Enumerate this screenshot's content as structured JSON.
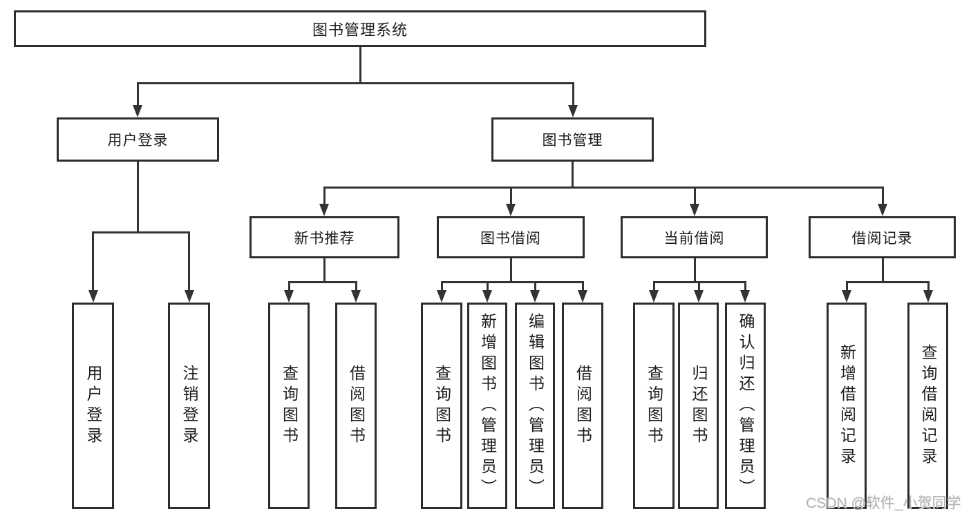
{
  "colors": {
    "border": "#2d2d2d",
    "line": "#333333",
    "watermark": "#b3b3b3"
  },
  "watermark": {
    "text": "CSDN @软件_小贺同学"
  },
  "diagram": {
    "type": "tree",
    "root": {
      "label": "图书管理系统",
      "children": [
        {
          "label": "用户登录",
          "children": [
            {
              "label": "用户登录"
            },
            {
              "label": "注销登录"
            }
          ]
        },
        {
          "label": "图书管理",
          "children": [
            {
              "label": "新书推荐",
              "children": [
                {
                  "label": "查询图书"
                },
                {
                  "label": "借阅图书"
                }
              ]
            },
            {
              "label": "图书借阅",
              "children": [
                {
                  "label": "查询图书"
                },
                {
                  "label": "新增图书（管理员）"
                },
                {
                  "label": "编辑图书（管理员）"
                },
                {
                  "label": "借阅图书"
                }
              ]
            },
            {
              "label": "当前借阅",
              "children": [
                {
                  "label": "查询图书"
                },
                {
                  "label": "归还图书"
                },
                {
                  "label": "确认归还（管理员）"
                }
              ]
            },
            {
              "label": "借阅记录",
              "children": [
                {
                  "label": "新增借阅记录"
                },
                {
                  "label": "查询借阅记录"
                }
              ]
            }
          ]
        }
      ]
    }
  }
}
